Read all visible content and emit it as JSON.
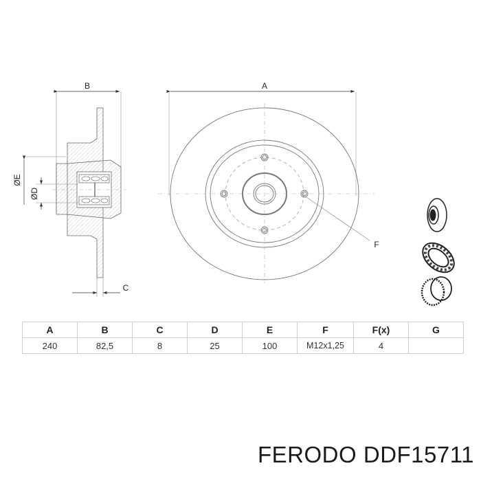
{
  "drawing": {
    "side_view": {
      "dim_B_label": "B",
      "dim_C_label": "C",
      "dim_E_label": "ØE",
      "dim_D_label": "ØD"
    },
    "front_view": {
      "dim_A_label": "A",
      "callout_F_label": "F"
    },
    "kit_icons": [
      "brake-disc-icon",
      "wheel-bearing-icon",
      "abs-ring-icon"
    ]
  },
  "spec_table": {
    "headers": [
      "A",
      "B",
      "C",
      "D",
      "E",
      "F",
      "F(x)",
      "G"
    ],
    "values": [
      "240",
      "82,5",
      "8",
      "25",
      "100",
      "M12x1,25",
      "4",
      ""
    ]
  },
  "caption": {
    "brand": "FERODO",
    "part_number": "DDF15711"
  }
}
